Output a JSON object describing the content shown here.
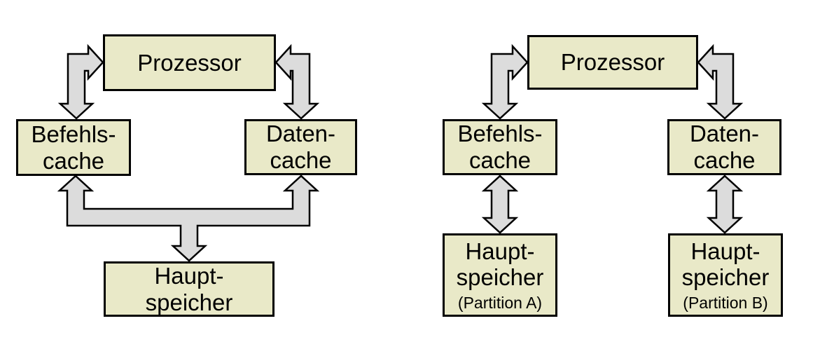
{
  "colors": {
    "background": "#ffffff",
    "box_fill": "#e9e9c8",
    "arrow_fill": "#dcdcdc",
    "outline": "#000000"
  },
  "diagrams": [
    {
      "name": "harvard-cache-shared-main-memory",
      "nodes": [
        {
          "id": "prozessor",
          "lines": [
            "Prozessor"
          ]
        },
        {
          "id": "befehlscache",
          "lines": [
            "Befehls-",
            "cache"
          ]
        },
        {
          "id": "datencache",
          "lines": [
            "Daten-",
            "cache"
          ]
        },
        {
          "id": "hauptspeicher",
          "lines": [
            "Haupt-",
            "speicher"
          ]
        }
      ],
      "edges": [
        {
          "from": "prozessor",
          "to": "befehlscache",
          "bidirectional": true,
          "shape": "bent-double-arrow"
        },
        {
          "from": "prozessor",
          "to": "datencache",
          "bidirectional": true,
          "shape": "bent-double-arrow"
        },
        {
          "from": "hauptspeicher",
          "to": "befehlscache,datencache",
          "bidirectional": true,
          "shape": "merged-trident-arrow"
        }
      ]
    },
    {
      "name": "harvard-cache-partitioned-main-memory",
      "nodes": [
        {
          "id": "prozessor",
          "lines": [
            "Prozessor"
          ]
        },
        {
          "id": "befehlscache",
          "lines": [
            "Befehls-",
            "cache"
          ]
        },
        {
          "id": "datencache",
          "lines": [
            "Daten-",
            "cache"
          ]
        },
        {
          "id": "hauptspeicher_a",
          "lines": [
            "Haupt-",
            "speicher"
          ],
          "subline": "(Partition A)"
        },
        {
          "id": "hauptspeicher_b",
          "lines": [
            "Haupt-",
            "speicher"
          ],
          "subline": "(Partition B)"
        }
      ],
      "edges": [
        {
          "from": "prozessor",
          "to": "befehlscache",
          "bidirectional": true,
          "shape": "bent-double-arrow"
        },
        {
          "from": "prozessor",
          "to": "datencache",
          "bidirectional": true,
          "shape": "bent-double-arrow"
        },
        {
          "from": "befehlscache",
          "to": "hauptspeicher_a",
          "bidirectional": true,
          "shape": "straight-double-arrow"
        },
        {
          "from": "datencache",
          "to": "hauptspeicher_b",
          "bidirectional": true,
          "shape": "straight-double-arrow"
        }
      ]
    }
  ]
}
